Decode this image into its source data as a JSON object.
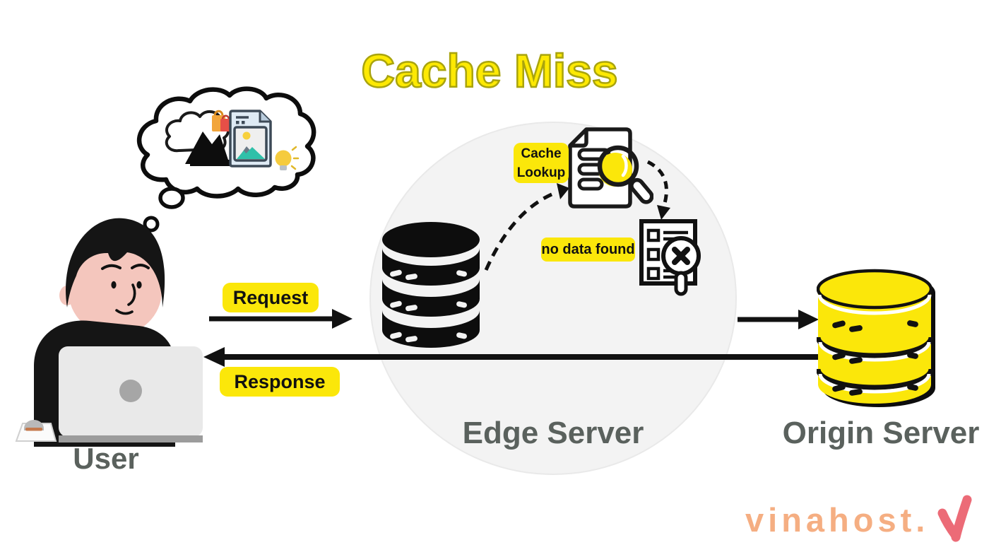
{
  "title": {
    "text": "Cache Miss"
  },
  "user": {
    "label": "User"
  },
  "edge_server": {
    "label": "Edge Server"
  },
  "origin_server": {
    "label": "Origin Server"
  },
  "flow": {
    "request_label": "Request",
    "response_label": "Response",
    "cache_lookup_line1": "Cache",
    "cache_lookup_line2": "Lookup",
    "no_data_found_label": "no data found"
  },
  "watermark": {
    "text": "vinahost."
  },
  "colors": {
    "highlight_yellow": "#FBE70A",
    "title_fill": "#FDE903",
    "title_outline": "#A9A40E",
    "edge_circle_bg": "#F3F3F3",
    "server_label_gray": "#5A615D",
    "ink_black": "#111111",
    "origin_db_yellow": "#FBE70A",
    "watermark_orange": "#F5AE82",
    "watermark_logo_pink": "#EC6B77"
  },
  "icons": {
    "thought_bubble": "thought-bubble-icon",
    "cloud": "cloud-icon",
    "mountain_silhouette": "mountain-icon",
    "shopping_bags": "shopping-bags-icon",
    "image_document": "image-document-icon",
    "lightbulb": "lightbulb-icon",
    "user_illustration": "user-at-laptop-illustration",
    "edge_database": "edge-database-icon",
    "origin_database": "origin-database-icon",
    "document_search": "document-search-icon",
    "checklist_error": "checklist-error-icon",
    "brand_mark": "vinahost-v-logo"
  }
}
